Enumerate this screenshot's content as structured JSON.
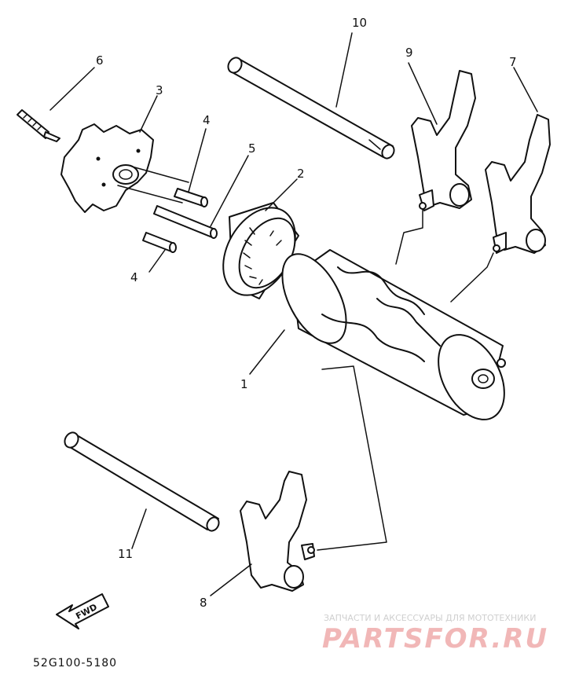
{
  "callouts": {
    "c1": "1",
    "c2": "2",
    "c3": "3",
    "c4a": "4",
    "c4b": "4",
    "c5": "5",
    "c6": "6",
    "c7": "7",
    "c8": "8",
    "c9": "9",
    "c10": "10",
    "c11": "11"
  },
  "direction_label": "FWD",
  "diagram_code": "52G100-5180",
  "watermark": {
    "tagline": "ЗАПЧАСТИ И АКСЕССУАРЫ ДЛЯ МОТОТЕХНИКИ",
    "brand": "PARTSFOR.RU"
  }
}
